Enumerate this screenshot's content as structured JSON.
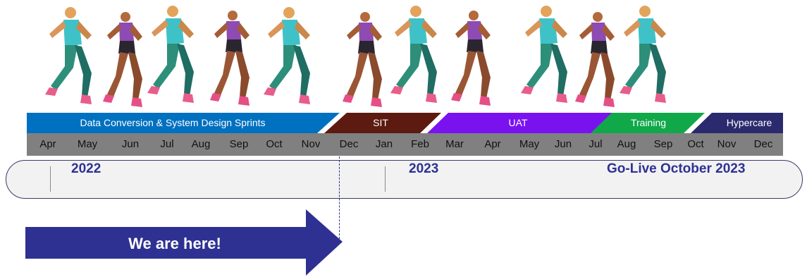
{
  "phases": [
    {
      "label": "Data Conversion & System Design Sprints",
      "color": "#0070c0"
    },
    {
      "label": "SIT",
      "color": "#5c1a10"
    },
    {
      "label": "UAT",
      "color": "#7a12f0"
    },
    {
      "label": "Training",
      "color": "#11a84a"
    },
    {
      "label": "Hypercare",
      "color": "#2b2a6e"
    }
  ],
  "months": [
    "Apr",
    "May",
    "Jun",
    "Jul",
    "Aug",
    "Sep",
    "Oct",
    "Nov",
    "Dec",
    "Jan",
    "Feb",
    "Mar",
    "Apr",
    "May",
    "Jun",
    "Jul",
    "Aug",
    "Sep",
    "Oct",
    "Nov",
    "Dec"
  ],
  "years": {
    "y2022": "2022",
    "y2023": "2023",
    "golive": "Go-Live October 2023"
  },
  "marker": {
    "label": "We are here!",
    "color": "#2e3192"
  },
  "colors": {
    "month_bar": "#808080",
    "year_text": "#2e3192"
  }
}
